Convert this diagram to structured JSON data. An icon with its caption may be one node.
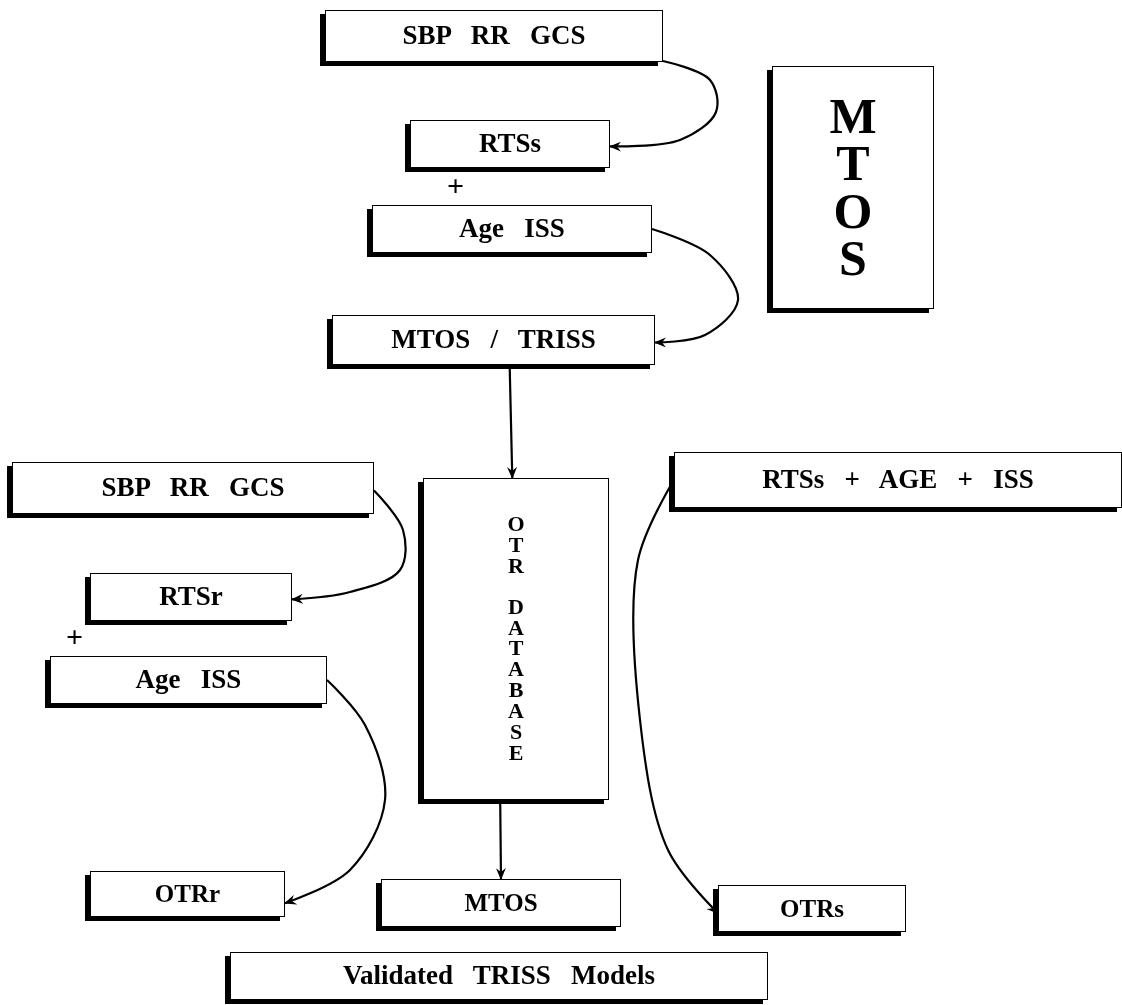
{
  "diagram": {
    "nodes": [
      {
        "text": [
          "SBP RR GCS"
        ]
      },
      {
        "text": [
          "RTSs"
        ]
      },
      {
        "text": [
          "Age ISS"
        ]
      },
      {
        "text": [
          "MTOS"
        ]
      },
      {
        "text": [
          "MTOS / TRISS"
        ]
      },
      {
        "text": [
          "SBP RR GCS"
        ]
      },
      {
        "text": [
          "OTR DATABASE"
        ]
      },
      {
        "text": [
          "RTSs + AGE + ISS"
        ]
      },
      {
        "text": [
          "RTSr"
        ]
      },
      {
        "text": [
          "Age ISS"
        ]
      },
      {
        "text": [
          "OTRr"
        ]
      },
      {
        "text": [
          "MTOS"
        ]
      },
      {
        "text": [
          "OTRs"
        ]
      },
      {
        "text": [
          "Validated TRISS Models"
        ]
      }
    ],
    "edges": [
      {
        "from": 0,
        "to": 1,
        "arrow": "to"
      },
      {
        "from": 2,
        "to": 4,
        "arrow": "to"
      },
      {
        "from": 4,
        "to": 6,
        "arrow": "to"
      },
      {
        "from": 5,
        "to": 8,
        "arrow": "to"
      },
      {
        "from": 9,
        "to": 10,
        "arrow": "to"
      },
      {
        "from": 6,
        "to": 11,
        "arrow": "to"
      },
      {
        "from": 7,
        "to": 12,
        "arrow": "to"
      }
    ],
    "labels": [
      "+",
      "+"
    ]
  }
}
